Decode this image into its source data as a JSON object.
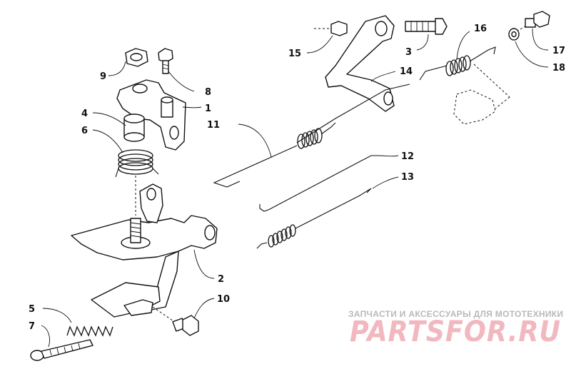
{
  "diagram": {
    "callouts": [
      {
        "id": "9",
        "text": "9"
      },
      {
        "id": "8",
        "text": "8"
      },
      {
        "id": "4",
        "text": "4"
      },
      {
        "id": "1",
        "text": "1"
      },
      {
        "id": "6",
        "text": "6"
      },
      {
        "id": "11",
        "text": "11"
      },
      {
        "id": "2",
        "text": "2"
      },
      {
        "id": "10",
        "text": "10"
      },
      {
        "id": "5",
        "text": "5"
      },
      {
        "id": "7",
        "text": "7"
      },
      {
        "id": "15",
        "text": "15"
      },
      {
        "id": "3",
        "text": "3"
      },
      {
        "id": "14",
        "text": "14"
      },
      {
        "id": "16",
        "text": "16"
      },
      {
        "id": "17",
        "text": "17"
      },
      {
        "id": "18",
        "text": "18"
      },
      {
        "id": "12",
        "text": "12"
      },
      {
        "id": "13",
        "text": "13"
      }
    ]
  },
  "watermark": {
    "tagline": "ЗАПЧАСТИ И АКСЕССУАРЫ ДЛЯ МОТОТЕХНИКИ",
    "brand": "PARTSFOR.RU",
    "color": "#f2b8c0"
  }
}
